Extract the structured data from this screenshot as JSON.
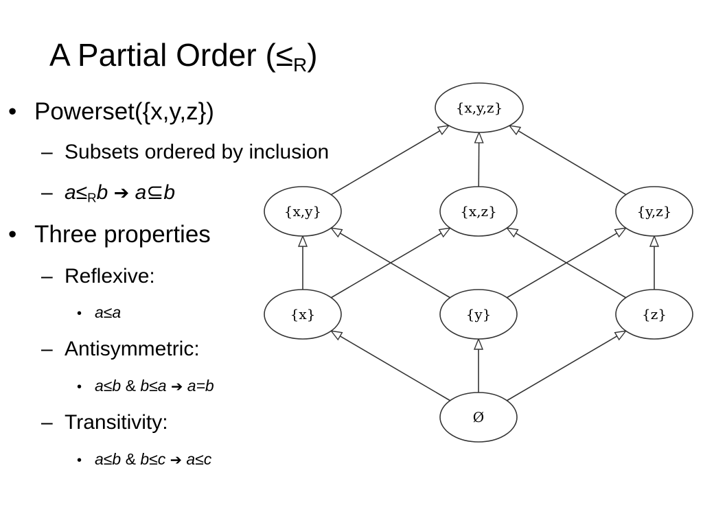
{
  "slide": {
    "title_main": "A Partial Order (≤",
    "title_sub": "R",
    "title_close": ")"
  },
  "bullets": {
    "powerset": {
      "bullet": "•",
      "text": "Powerset({x,y,z})"
    },
    "subsets": {
      "bullet": "–",
      "text": "Subsets ordered by inclusion"
    },
    "rel_def": {
      "bullet": "–",
      "a": "a",
      "le": "≤",
      "sub_r": "R",
      "b": "b",
      "arrow": "➔",
      "a2": "a",
      "subseteq": "⊆",
      "b2": "b"
    },
    "three": {
      "bullet": "•",
      "text": "Three properties"
    },
    "reflexive": {
      "bullet": "–",
      "text": "Reflexive:"
    },
    "reflexive_rule": {
      "bullet": "•",
      "text": "a≤a"
    },
    "antisym": {
      "bullet": "–",
      "text": "Antisymmetric:"
    },
    "antisym_rule": {
      "bullet": "•",
      "p1": "a≤b",
      "amp": " & ",
      "p2": "b≤a",
      "arrow": "➔",
      "p3": "a=b"
    },
    "transitivity": {
      "bullet": "–",
      "text": "Transitivity:"
    },
    "trans_rule": {
      "bullet": "•",
      "p1": "a≤b",
      "amp": " & ",
      "p2": "b≤c",
      "arrow": "➔",
      "p3": "a≤c"
    }
  },
  "diagram": {
    "nodes": [
      {
        "id": "xyz",
        "label": "{x,y,z}"
      },
      {
        "id": "xy",
        "label": "{x,y}"
      },
      {
        "id": "xz",
        "label": "{x,z}"
      },
      {
        "id": "yz",
        "label": "{y,z}"
      },
      {
        "id": "x",
        "label": "{x}"
      },
      {
        "id": "y",
        "label": "{y}"
      },
      {
        "id": "z",
        "label": "{z}"
      },
      {
        "id": "empty",
        "label": "Ø"
      }
    ],
    "edges": [
      {
        "from": "xy",
        "to": "xyz"
      },
      {
        "from": "xz",
        "to": "xyz"
      },
      {
        "from": "yz",
        "to": "xyz"
      },
      {
        "from": "x",
        "to": "xy"
      },
      {
        "from": "x",
        "to": "xz"
      },
      {
        "from": "y",
        "to": "xy"
      },
      {
        "from": "y",
        "to": "yz"
      },
      {
        "from": "z",
        "to": "xz"
      },
      {
        "from": "z",
        "to": "yz"
      },
      {
        "from": "empty",
        "to": "x"
      },
      {
        "from": "empty",
        "to": "y"
      },
      {
        "from": "empty",
        "to": "z"
      }
    ]
  }
}
